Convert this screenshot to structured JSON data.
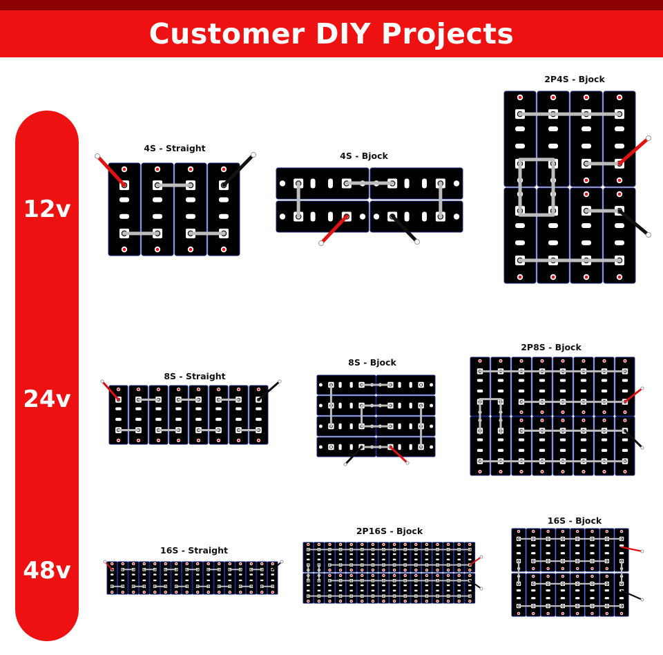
{
  "header": {
    "title": "Customer DIY Projects"
  },
  "voltages": [
    "12v",
    "24v",
    "48v"
  ],
  "colors": {
    "accent": "#ee1111",
    "dark_band": "#8b0000",
    "cell": "#000000",
    "busbar": "#bdbdbd",
    "positive_cable": "#e11212",
    "negative_cable": "#111111"
  },
  "projects": [
    {
      "title": "4S - Straight"
    },
    {
      "title": "4S - Bjock"
    },
    {
      "title": "2P4S - Bjock"
    },
    {
      "title": "8S - Straight"
    },
    {
      "title": "8S - Bjock"
    },
    {
      "title": "2P8S - Bjock"
    },
    {
      "title": "16S - Straight"
    },
    {
      "title": "2P16S - Bjock"
    },
    {
      "title": "16S - Bjock"
    }
  ]
}
